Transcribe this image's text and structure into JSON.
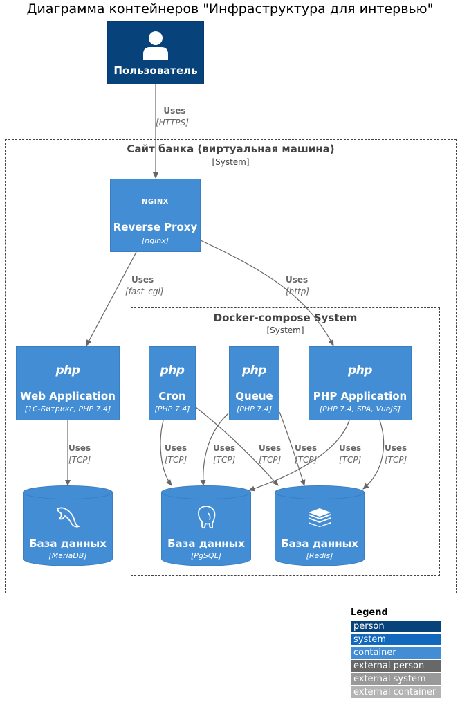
{
  "title": "Диаграмма контейнеров \"Инфраструктура для интервью\"",
  "boundaries": {
    "bank": {
      "name": "Сайт банка (виртуальная машина)",
      "type": "[System]"
    },
    "docker": {
      "name": "Docker-compose System",
      "type": "[System]"
    }
  },
  "nodes": {
    "user": {
      "name": "Пользователь",
      "icon": "person-icon"
    },
    "proxy": {
      "name": "Reverse Proxy",
      "tech": "[nginx]",
      "icon": "nginx-logo",
      "logo_text": "NGINX"
    },
    "webapp": {
      "name": "Web Application",
      "tech": "[1C-Битрикс, PHP 7.4]",
      "icon": "php-logo",
      "logo_text": "php"
    },
    "cron": {
      "name": "Cron",
      "tech": "[PHP 7.4]",
      "icon": "php-logo",
      "logo_text": "php"
    },
    "queue": {
      "name": "Queue",
      "tech": "[PHP 7.4]",
      "icon": "php-logo",
      "logo_text": "php"
    },
    "phpapp": {
      "name": "PHP Application",
      "tech": "[PHP 7.4, SPA, VueJS]",
      "icon": "php-logo",
      "logo_text": "php"
    },
    "mariadb": {
      "name": "База данных",
      "tech": "[MariaDB]",
      "icon": "dolphin-icon"
    },
    "pgsql": {
      "name": "База данных",
      "tech": "[PgSQL]",
      "icon": "elephant-icon"
    },
    "redis": {
      "name": "База данных",
      "tech": "[Redis]",
      "icon": "redis-stack-icon"
    }
  },
  "edges": [
    {
      "from": "user",
      "to": "proxy",
      "label": "Uses",
      "tech": "[HTTPS]"
    },
    {
      "from": "proxy",
      "to": "webapp",
      "label": "Uses",
      "tech": "[fast_cgi]"
    },
    {
      "from": "proxy",
      "to": "phpapp",
      "label": "Uses",
      "tech": "[http]"
    },
    {
      "from": "webapp",
      "to": "mariadb",
      "label": "Uses",
      "tech": "[TCP]"
    },
    {
      "from": "cron",
      "to": "pgsql",
      "label": "Uses",
      "tech": "[TCP]"
    },
    {
      "from": "queue",
      "to": "pgsql",
      "label": "Uses",
      "tech": "[TCP]"
    },
    {
      "from": "cron",
      "to": "redis",
      "label": "Uses",
      "tech": "[TCP]"
    },
    {
      "from": "queue",
      "to": "redis",
      "label": "Uses",
      "tech": "[TCP]"
    },
    {
      "from": "phpapp",
      "to": "pgsql",
      "label": "Uses",
      "tech": "[TCP]"
    },
    {
      "from": "phpapp",
      "to": "redis",
      "label": "Uses",
      "tech": "[TCP]"
    }
  ],
  "legend": {
    "title": "Legend",
    "items": [
      {
        "label": "person",
        "color": "#08427b"
      },
      {
        "label": "system",
        "color": "#1168bd"
      },
      {
        "label": "container",
        "color": "#438dd5"
      },
      {
        "label": "external person",
        "color": "#686868"
      },
      {
        "label": "external system",
        "color": "#999999"
      },
      {
        "label": "external container",
        "color": "#b3b3b3"
      }
    ]
  }
}
